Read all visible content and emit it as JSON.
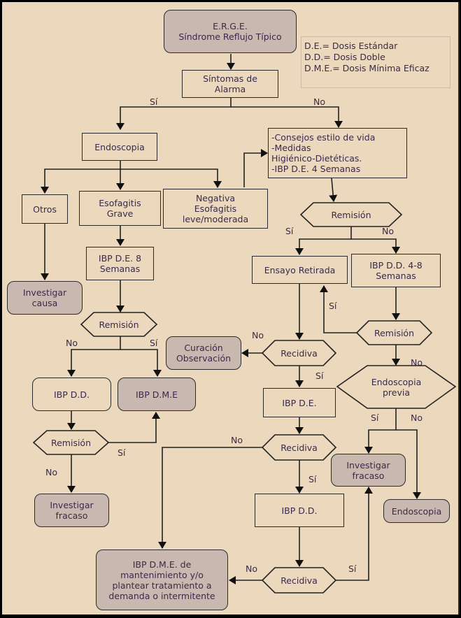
{
  "title": "E.R.G.E. Síndrome Reflujo Típico",
  "legend": {
    "items": [
      "D.E.= Dosis Estándar",
      "D.D.= Dosis Doble",
      "D.M.E.= Dosis Mínima Eficaz"
    ]
  },
  "nodes": {
    "erge": "E.R.G.E.\nSíndrome Reflujo Típico",
    "sintomas": "Síntomas de\nAlarma",
    "endoscopia": "Endoscopia",
    "consejos": "-Consejos estilo de vida\n-Medidas\nHigiénico-Dietéticas.\n-IBP D.E. 4 Semanas",
    "otros": "Otros",
    "esofagitis_grave": "Esofagitis\nGrave",
    "negativa": "Negativa\nEsofagitis\nleve/moderada",
    "remision_1": "Remisión",
    "investigar_causa": "Investigar\ncausa",
    "ibp_de_8": "IBP D.E. 8\nSemanas",
    "ensayo_retirada": "Ensayo Retirada",
    "ibp_dd_48": "IBP D.D. 4-8\nSemanas",
    "remision_2": "Remisión",
    "remision_3": "Remisión",
    "curacion": "Curación\nObservación",
    "recidiva_1": "Recidiva",
    "endoscopia_previa": "Endoscopia\nprevia",
    "ibp_dd_left": "IBP D.D.",
    "ibp_dme": "IBP D.M.E",
    "ibp_de": "IBP D.E.",
    "remision_4": "Remisión",
    "recidiva_2": "Recidiva",
    "investigar_fracaso_right": "Investigar\nfracaso",
    "endoscopia_end": "Endoscopia",
    "investigar_fracaso_left": "Investigar\nfracaso",
    "ibp_dd_center": "IBP D.D.",
    "ibp_dme_mant": "IBP D.M.E. de\nmantenimiento  y/o\nplantear tratamiento a\ndemanda o intermitente",
    "recidiva_3": "Recidiva"
  },
  "edge_labels": {
    "alarma_si": "Sí",
    "alarma_no": "No",
    "rem1_si": "Sí",
    "rem1_no": "No",
    "rem2_si": "Sí",
    "rem2_no": "No",
    "rem3_no": "No",
    "rem3_si": "Sí",
    "rec1_no": "No",
    "rec1_si": "Sí",
    "endo_prev_si": "Sí",
    "endo_prev_no": "No",
    "rem4_si": "Sí",
    "rem4_no": "No",
    "rec2_no": "No",
    "rec2_si": "Sí",
    "rec3_no": "No",
    "rec3_si": "Sí"
  },
  "colors": {
    "background": "#ebd8bd",
    "terminal_fill": "#c8b8b0",
    "stroke": "#2b2b2b",
    "text": "#3a2a4a"
  }
}
